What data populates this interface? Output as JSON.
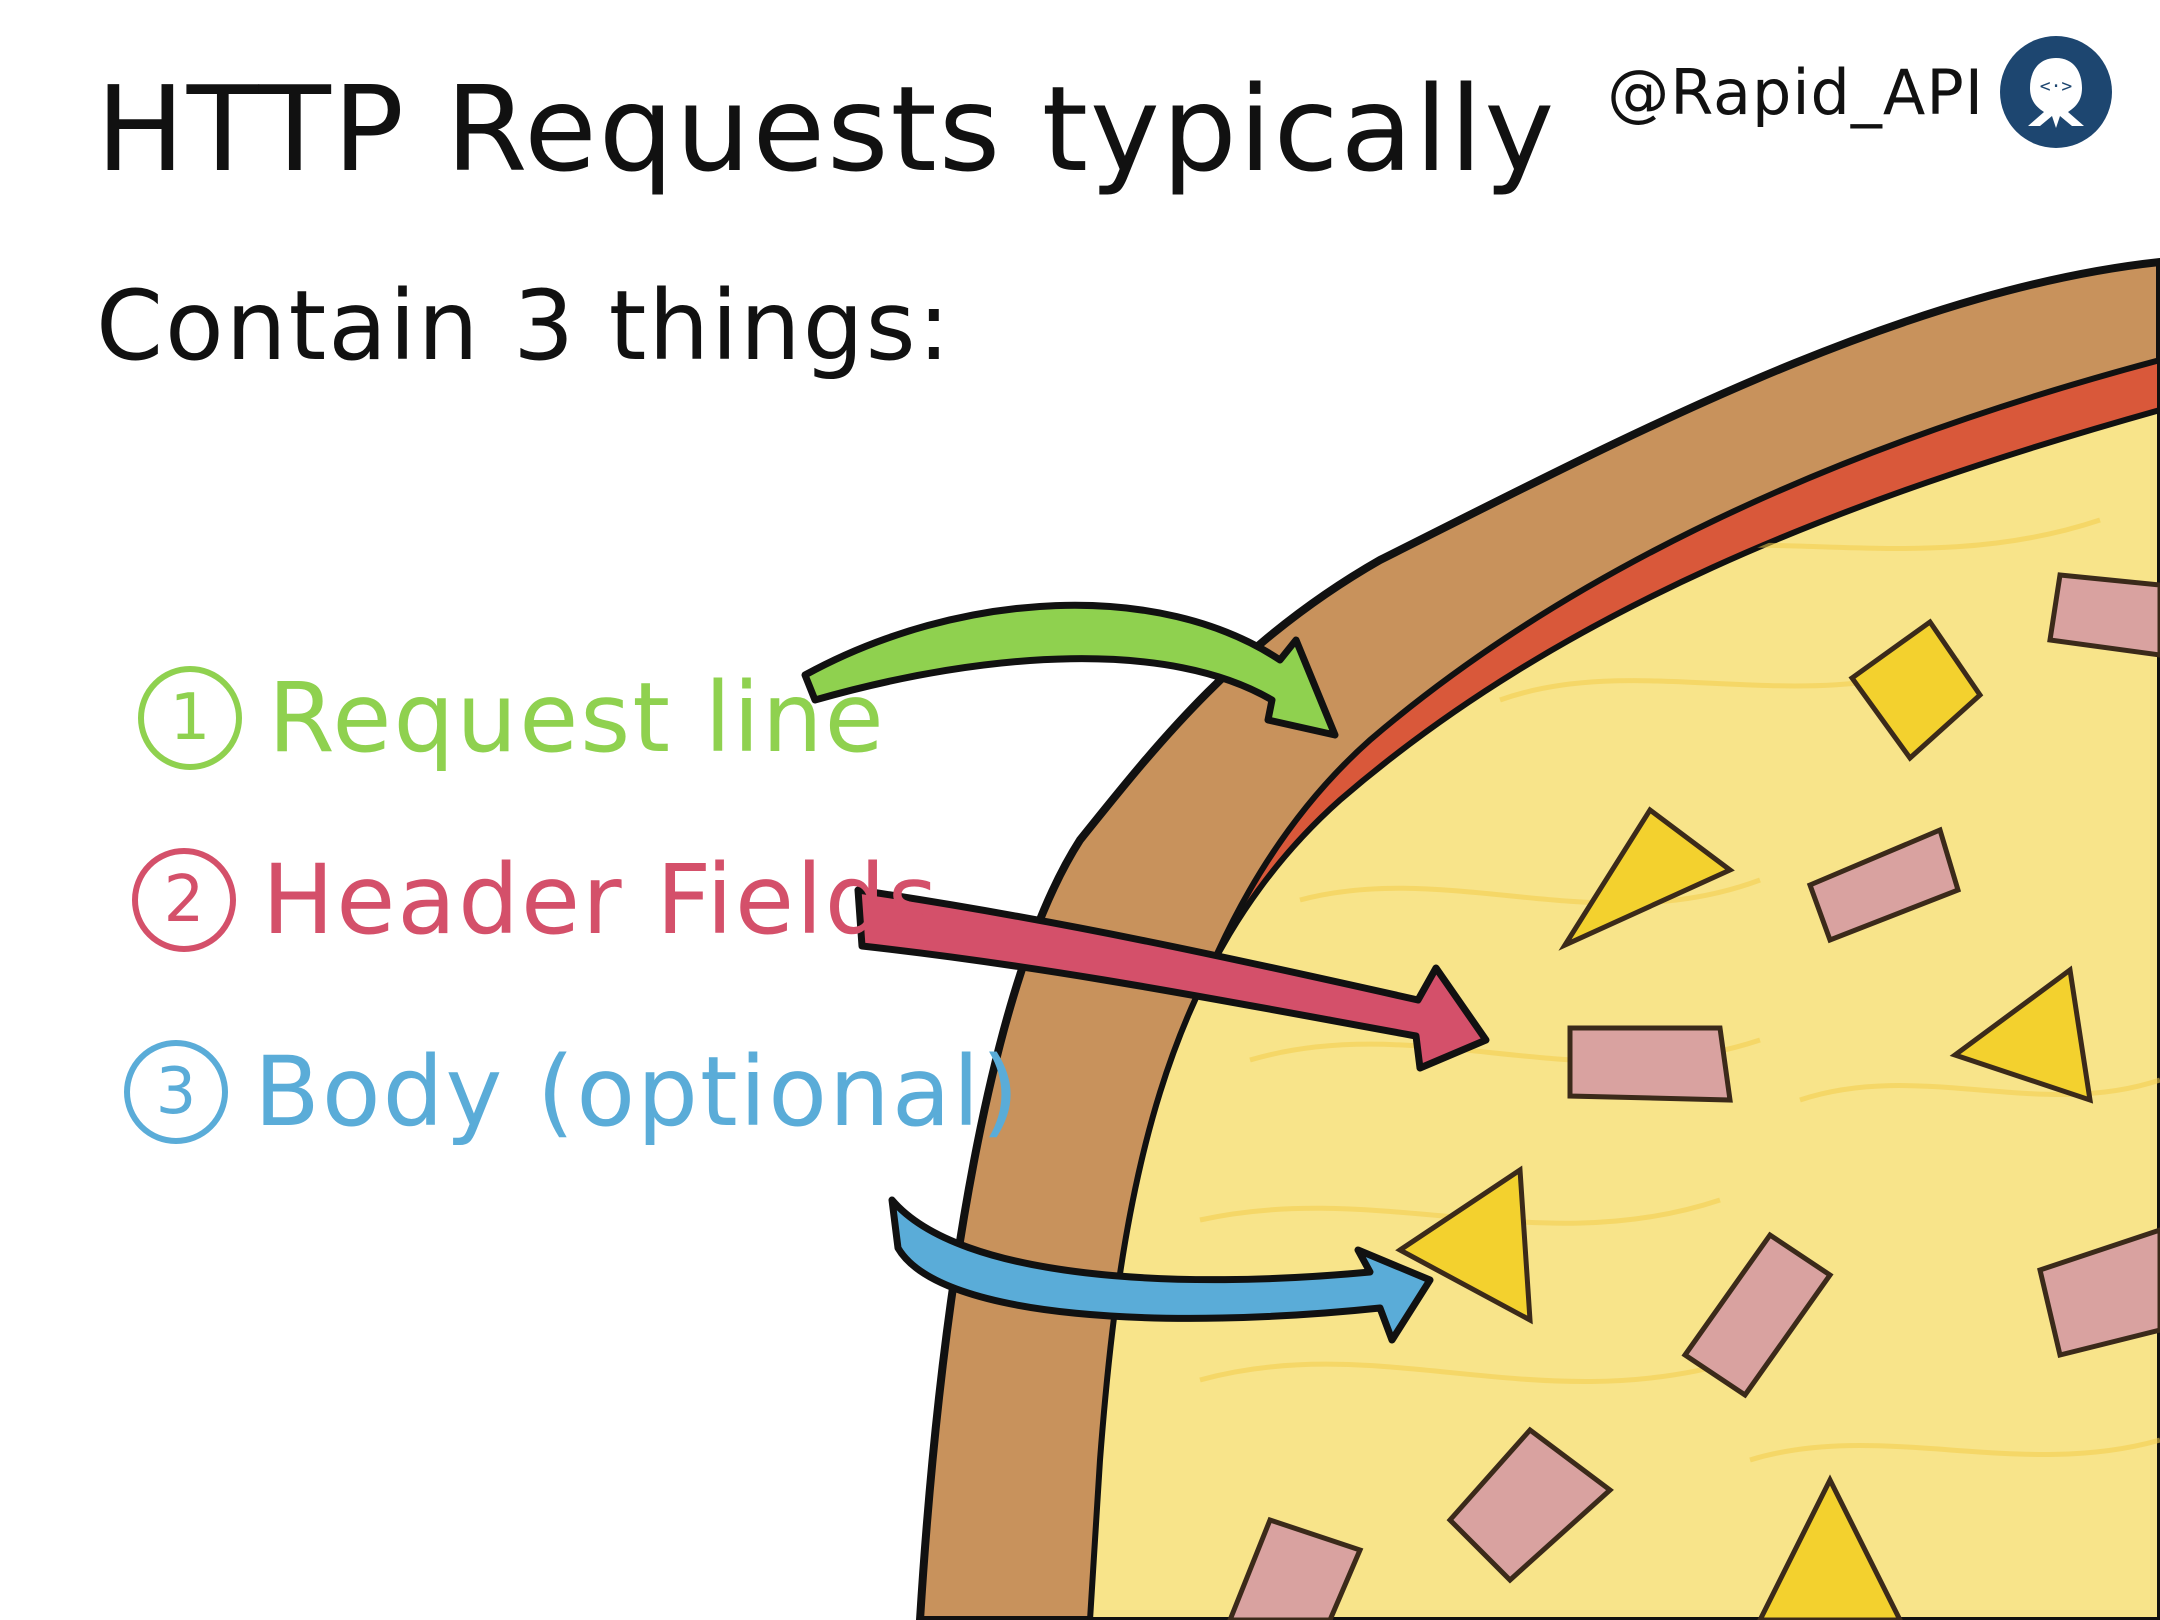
{
  "title": {
    "line1": "HTTP Requests typically",
    "line2": "Contain 3 things:"
  },
  "brand": {
    "handle": "@Rapid_API",
    "logo_icon": "rapidapi-octopus-icon",
    "logo_color": "#1d4670"
  },
  "items": [
    {
      "number": "1",
      "label": "Request line",
      "color": "#8fd14f",
      "arrow_target": "pizza-crust"
    },
    {
      "number": "2",
      "label": "Header Fields",
      "color": "#d4506a",
      "arrow_target": "pizza-cheese"
    },
    {
      "number": "3",
      "label": "Body (optional)",
      "color": "#5aacd8",
      "arrow_target": "pizza-topping"
    }
  ],
  "pizza_colors": {
    "crust": "#c8925c",
    "sauce": "#d9583a",
    "cheese": "#f8e48a",
    "ham": "#d9a2a0",
    "pineapple": "#f3d12e"
  }
}
